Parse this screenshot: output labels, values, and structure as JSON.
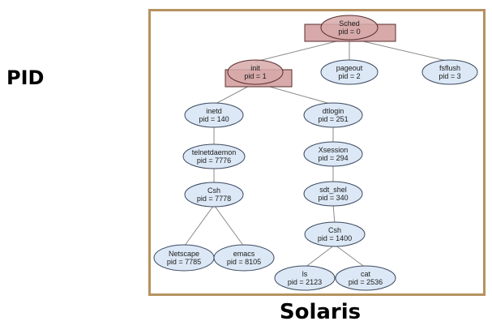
{
  "side_label": "PID",
  "caption": "Solaris",
  "colors": {
    "node_fill": "#dce8f6",
    "node_stroke": "#3c4a5e",
    "highlight_fill": "#d7a9a9",
    "highlight_stroke": "#5a2e2e",
    "edge": "#8a8a8a",
    "frame_border": "#b5925f"
  },
  "tree": {
    "nodes": [
      {
        "id": "sched",
        "name": "Sched",
        "pid": "pid = 0",
        "highlight": true
      },
      {
        "id": "init",
        "name": "init",
        "pid": "pid = 1",
        "highlight": true
      },
      {
        "id": "pageout",
        "name": "pageout",
        "pid": "pid = 2",
        "highlight": false
      },
      {
        "id": "fsflush",
        "name": "fsflush",
        "pid": "pid = 3",
        "highlight": false
      },
      {
        "id": "inetd",
        "name": "inetd",
        "pid": "pid = 140",
        "highlight": false
      },
      {
        "id": "dtlogin",
        "name": "dtlogin",
        "pid": "pid = 251",
        "highlight": false
      },
      {
        "id": "telnetdaemon",
        "name": "telnetdaemon",
        "pid": "pid = 7776",
        "highlight": false
      },
      {
        "id": "xsession",
        "name": "Xsession",
        "pid": "pid = 294",
        "highlight": false
      },
      {
        "id": "csh1",
        "name": "Csh",
        "pid": "pid = 7778",
        "highlight": false
      },
      {
        "id": "sdt_shel",
        "name": "sdt_shel",
        "pid": "pid = 340",
        "highlight": false
      },
      {
        "id": "netscape",
        "name": "Netscape",
        "pid": "pid = 7785",
        "highlight": false
      },
      {
        "id": "emacs",
        "name": "emacs",
        "pid": "pid = 8105",
        "highlight": false
      },
      {
        "id": "csh2",
        "name": "Csh",
        "pid": "pid = 1400",
        "highlight": false
      },
      {
        "id": "ls",
        "name": "ls",
        "pid": "pid = 2123",
        "highlight": false
      },
      {
        "id": "cat",
        "name": "cat",
        "pid": "pid = 2536",
        "highlight": false
      }
    ],
    "edges": [
      [
        "sched",
        "init"
      ],
      [
        "sched",
        "pageout"
      ],
      [
        "sched",
        "fsflush"
      ],
      [
        "init",
        "inetd"
      ],
      [
        "init",
        "dtlogin"
      ],
      [
        "inetd",
        "telnetdaemon"
      ],
      [
        "telnetdaemon",
        "csh1"
      ],
      [
        "csh1",
        "netscape"
      ],
      [
        "csh1",
        "emacs"
      ],
      [
        "dtlogin",
        "xsession"
      ],
      [
        "xsession",
        "sdt_shel"
      ],
      [
        "sdt_shel",
        "csh2"
      ],
      [
        "csh2",
        "ls"
      ],
      [
        "csh2",
        "cat"
      ]
    ]
  }
}
